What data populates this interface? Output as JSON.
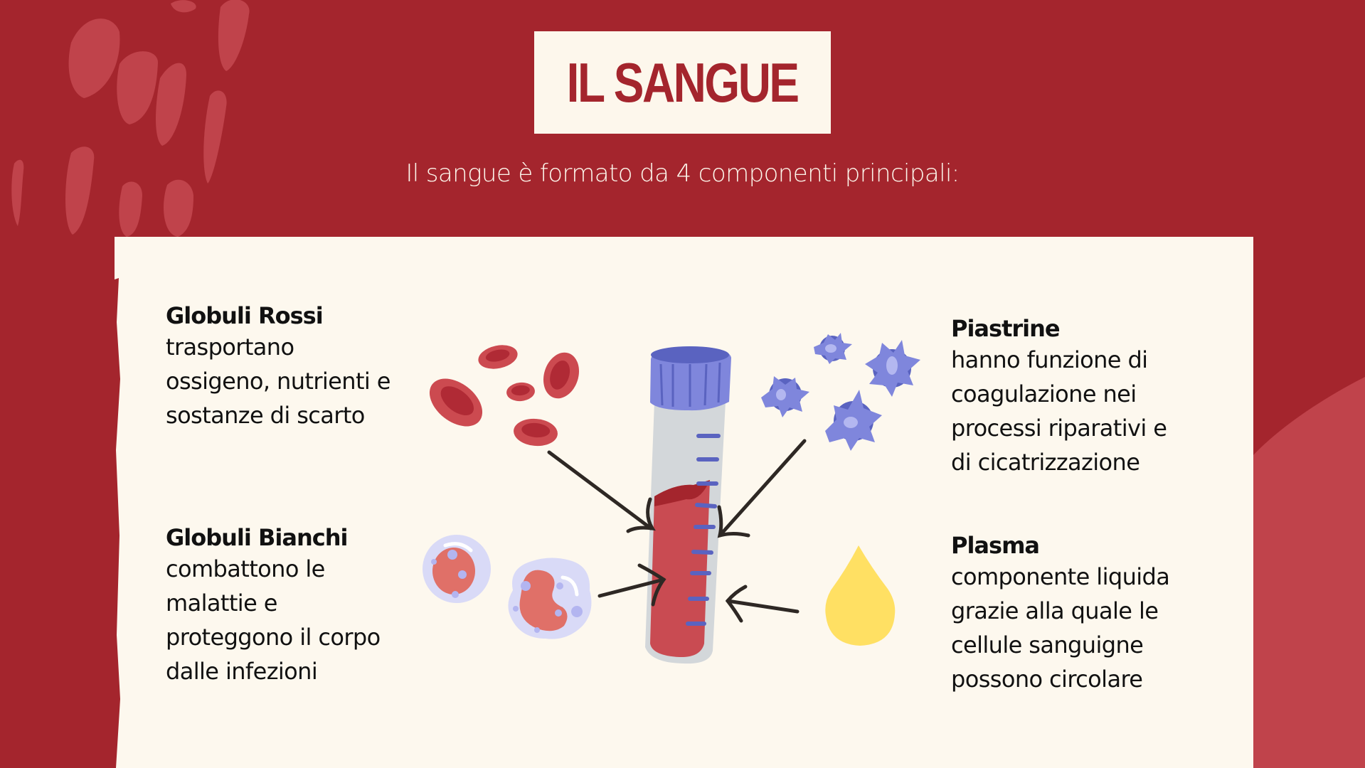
{
  "title": "IL SANGUE",
  "subtitle": "Il sangue è formato da 4 componenti principali:",
  "components": [
    {
      "name": "Globuli Rossi",
      "description": "trasportano\nossigeno, nutrienti e\nsostanze di scarto",
      "icon": "red-blood-cells-icon"
    },
    {
      "name": "Globuli Bianchi",
      "description": "combattono le\nmalattie e\nproteggono il corpo\ndalle infezioni",
      "icon": "white-blood-cells-icon"
    },
    {
      "name": "Piastrine",
      "description": "hanno funzione di\ncoagulazione nei\nprocessi riparativi e\ndi cicatrizzazione",
      "icon": "platelets-icon"
    },
    {
      "name": "Plasma",
      "description": "componente liquida\ngrazie alla quale le\ncellule sanguigne\npossono circolare",
      "icon": "plasma-drop-icon"
    }
  ],
  "center_icon": "blood-test-tube-icon",
  "colors": {
    "background": "#A4252D",
    "texture": "#C0434B",
    "card": "#FDF8EE",
    "red_cell": "#CC4A50",
    "platelet": "#7F86DC",
    "plasma": "#FFE063",
    "tube_cap": "#7F86DC",
    "arrow": "#2E2824"
  }
}
